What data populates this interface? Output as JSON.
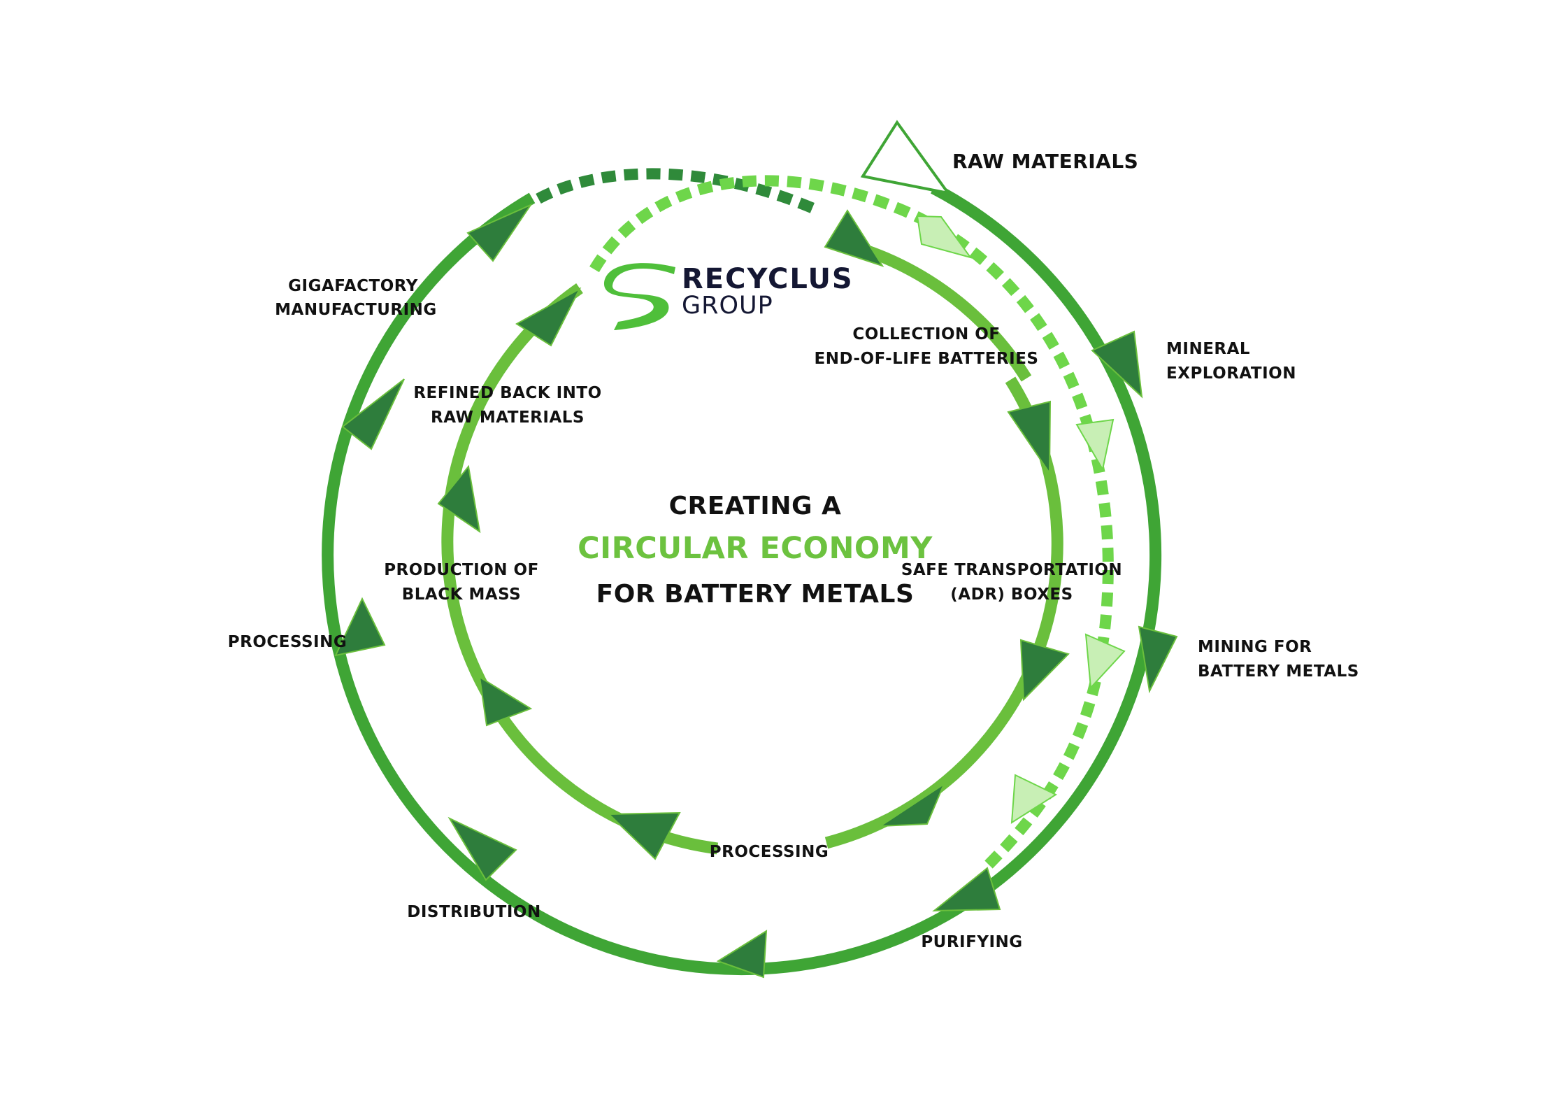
{
  "colors": {
    "outer_ring": "#3fa535",
    "inner_ring": "#6abf3c",
    "arrow_dark": "#2e7d3c",
    "dash_dark": "#2f8a3a",
    "dash_light": "#6ed64a",
    "arrow_light": "#c8efb5",
    "accent_text": "#6cc23f",
    "logo_dark": "#141733"
  },
  "center": {
    "line1": "CREATING A",
    "line2": "CIRCULAR ECONOMY",
    "line3": "FOR BATTERY METALS"
  },
  "logo": {
    "name": "RECYCLUS",
    "sub": "GROUP"
  },
  "outer_labels": {
    "raw_materials": "RAW MATERIALS",
    "mineral_1": "MINERAL",
    "mineral_2": "EXPLORATION",
    "mining_1": "MINING FOR",
    "mining_2": "BATTERY METALS",
    "purifying": "PURIFYING",
    "distribution": "DISTRIBUTION",
    "processing": "PROCESSING",
    "giga_1": "GIGAFACTORY",
    "giga_2": "MANUFACTURING"
  },
  "inner_labels": {
    "collection_1": "COLLECTION OF",
    "collection_2": "END-OF-LIFE BATTERIES",
    "transport_1": "SAFE TRANSPORTATION",
    "transport_2": "(ADR) BOXES",
    "processing": "PROCESSING",
    "blackmass_1": "PRODUCTION OF",
    "blackmass_2": "BLACK MASS",
    "refined_1": "REFINED BACK INTO",
    "refined_2": "RAW MATERIALS"
  }
}
